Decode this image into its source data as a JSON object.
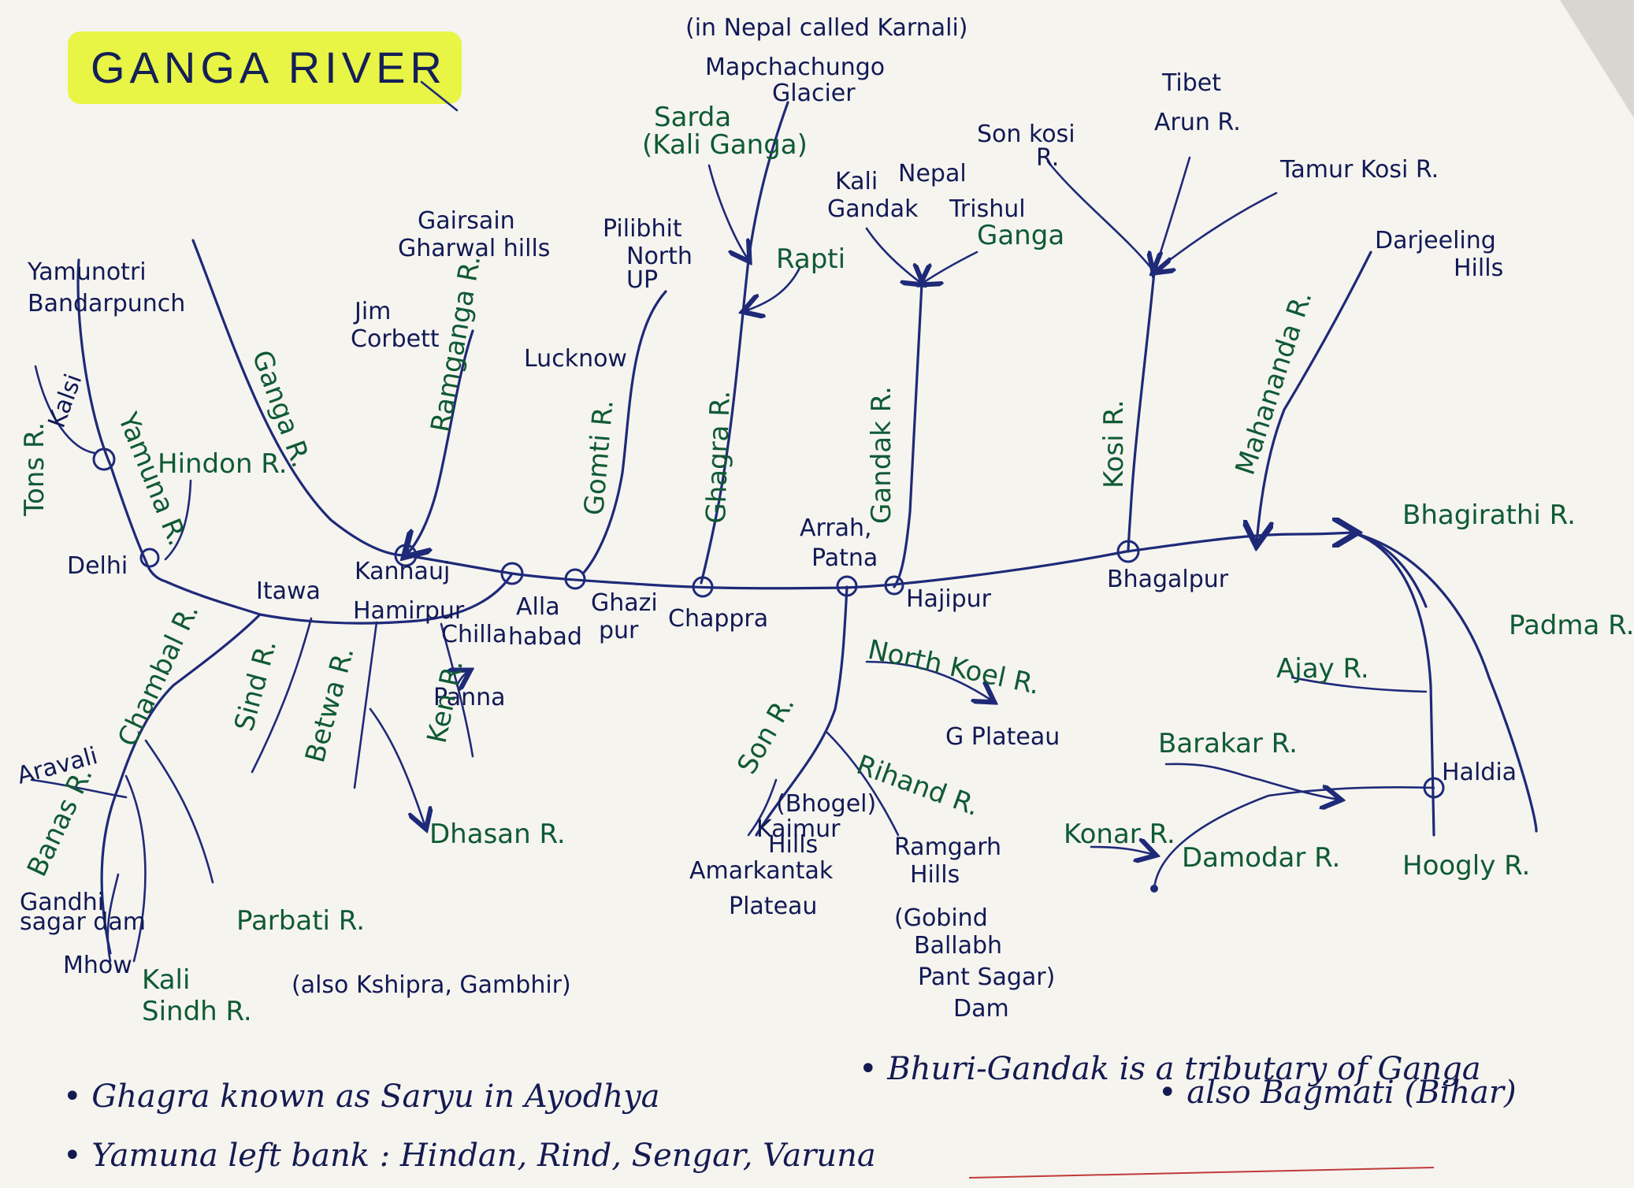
{
  "title": "GANGA RIVER",
  "labels": {
    "karnali_note": "(in Nepal called Karnali)",
    "mapchachungo": "Mapchachungo",
    "glacier": "Glacier",
    "sarda": "Sarda",
    "kali_ganga": "(Kali Ganga)",
    "rapti": "Rapti",
    "son_kosi": "Son kosi",
    "son_kosi_r": "R.",
    "tibet": "Tibet",
    "arun": "Arun R.",
    "tamur_kosi": "Tamur Kosi R.",
    "kali_gandak_1": "Kali",
    "kali_gandak_2": "Gandak",
    "nepal": "Nepal",
    "trishul": "Trishul",
    "trishul_ganga": "Ganga",
    "darjeeling": "Darjeeling",
    "hills": "Hills",
    "gairsain": "Gairsain",
    "gharwal": "Gharwal hills",
    "pilibhit": "Pilibhit",
    "north": "North",
    "up": "UP",
    "jim": "Jim",
    "corbett": "Corbett",
    "lucknow": "Lucknow",
    "yamunotri": "Yamunotri",
    "bandarpunch": "Bandarpunch",
    "kalsi": "Kalsi",
    "hindon": "Hindon R.",
    "delhi": "Delhi",
    "itawa": "Itawa",
    "kannauj": "Kannauj",
    "hamirpur": "Hamirpur",
    "chilla": "Chilla",
    "alla": "Alla",
    "habad": "habad",
    "ghazi": "Ghazi",
    "pur": "pur",
    "chappra": "Chappra",
    "arrah": "Arrah,",
    "patna": "Patna",
    "hajipur": "Hajipur",
    "bhagalpur": "Bhagalpur",
    "bhagirathi": "Bhagirathi R.",
    "padma": "Padma R.",
    "ajay": "Ajay R.",
    "barakar": "Barakar R.",
    "haldia": "Haldia",
    "konar": "Konar R.",
    "damodar": "Damodar R.",
    "hoogly": "Hoogly R.",
    "north_koel": "North Koel R.",
    "g_plateau": "G Plateau",
    "rihand": "Rihand R.",
    "ramgarh": "Ramgarh",
    "ramgarh_hills": "Hills",
    "gobind": "(Gobind",
    "ballabh": "Ballabh",
    "pant_sagar": "Pant Sagar)",
    "dam": "Dam",
    "bhogel": "(Bhogel)",
    "kaimur": "Kaimur",
    "kaimur_hills": "Hills",
    "amarkantak": "Amarkantak",
    "plateau": "Plateau",
    "panna": "Panna",
    "dhasan": "Dhasan R.",
    "parbati": "Parbati R.",
    "also_kshipra": "(also Kshipra, Gambhir)",
    "kali": "Kali",
    "sindh": "Sindh R.",
    "mhow": "Mhow",
    "gandhi": "Gandhi",
    "sagar_dam": "sagar dam",
    "aravali": "Aravali",
    "tons": "Tons R.",
    "yamuna": "Yamuna R.",
    "ganga": "Ganga R.",
    "ramganga": "Ramganga R.",
    "gomti": "Gomti R.",
    "ghagra": "Ghagra R.",
    "gandak": "Gandak R.",
    "kosi": "Kosi R.",
    "mahananda": "Mahananda R.",
    "chambal": "Chambal R.",
    "banas": "Banas R.",
    "sind": "Sind R.",
    "betwa": "Betwa R.",
    "ken": "Ken R.",
    "son": "Son R."
  },
  "notes": [
    "• Ghagra known as Saryu in Ayodhya",
    "• Bhuri-Gandak is a tributary of Ganga",
    "• also Bagmati (Bihar)",
    "• Yamuna left bank : Hindan, Rind, Sengar, Varuna"
  ],
  "colors": {
    "ink_blue": "#1e2a78",
    "ink_green": "#0f5a34",
    "highlight": "#e8f545",
    "paper": "#f6f4ef"
  }
}
